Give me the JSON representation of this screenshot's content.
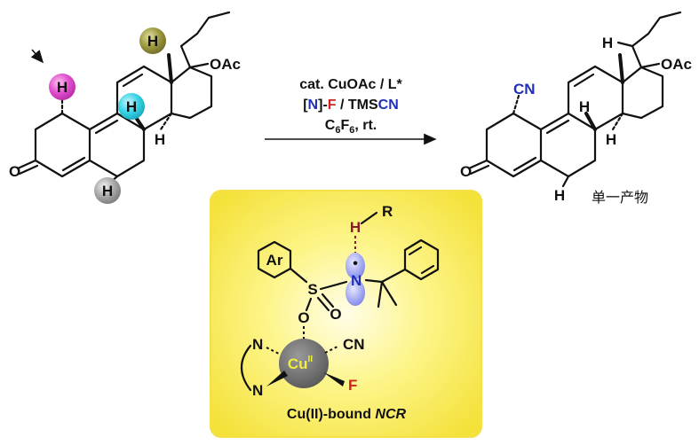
{
  "colors": {
    "h_magenta": "#d946c8",
    "h_cyan": "#35d2e6",
    "h_olive": "#8e8a35",
    "h_gray": "#9a9a9a",
    "cn_blue": "#1f2fb8",
    "f_red": "#d32020",
    "radical_h": "#8b1a2b",
    "panel_fill": "#fbf15a",
    "panel_edge": "#f4e14a",
    "lobe_blue": "#8a8fea",
    "cu_gray": "#6f6f6f",
    "cu_text": "#f2ee3a"
  },
  "left_molecule": {
    "labels": {
      "h_magenta": "H",
      "h_cyan": "H",
      "h_olive": "H",
      "h_gray": "H",
      "h_ring": "H",
      "oac": "OAc",
      "oxygen": "O"
    }
  },
  "conditions": {
    "line1": "cat. CuOAc / L*",
    "line2_bracket_open": "[",
    "line2_n": "N",
    "line2_bracket_close": "]-",
    "line2_f": "F",
    "line2_mid": " / TMS",
    "line2_cn": "CN",
    "line3_c": "C",
    "line3_sub6a": "6",
    "line3_f": "F",
    "line3_sub6b": "6",
    "line3_rest": ", rt."
  },
  "product": {
    "labels": {
      "cn": "CN",
      "h_top": "H",
      "h_mid": "H",
      "h_ring": "H",
      "h_bottom": "H",
      "oac": "OAc",
      "oxygen": "O"
    },
    "caption": "单一产物"
  },
  "panel": {
    "labels": {
      "h": "H",
      "r": "R",
      "ar": "Ar",
      "s": "S",
      "o_right": "O",
      "o_below": "O",
      "n_radical": "N",
      "n_top": "N",
      "n_bottom": "N",
      "cu": "Cu",
      "cu_ox": "II",
      "cn": "CN",
      "f": "F",
      "radical_dot": "•"
    },
    "caption_plain": "Cu(II)-bound ",
    "caption_italic": "NCR"
  }
}
